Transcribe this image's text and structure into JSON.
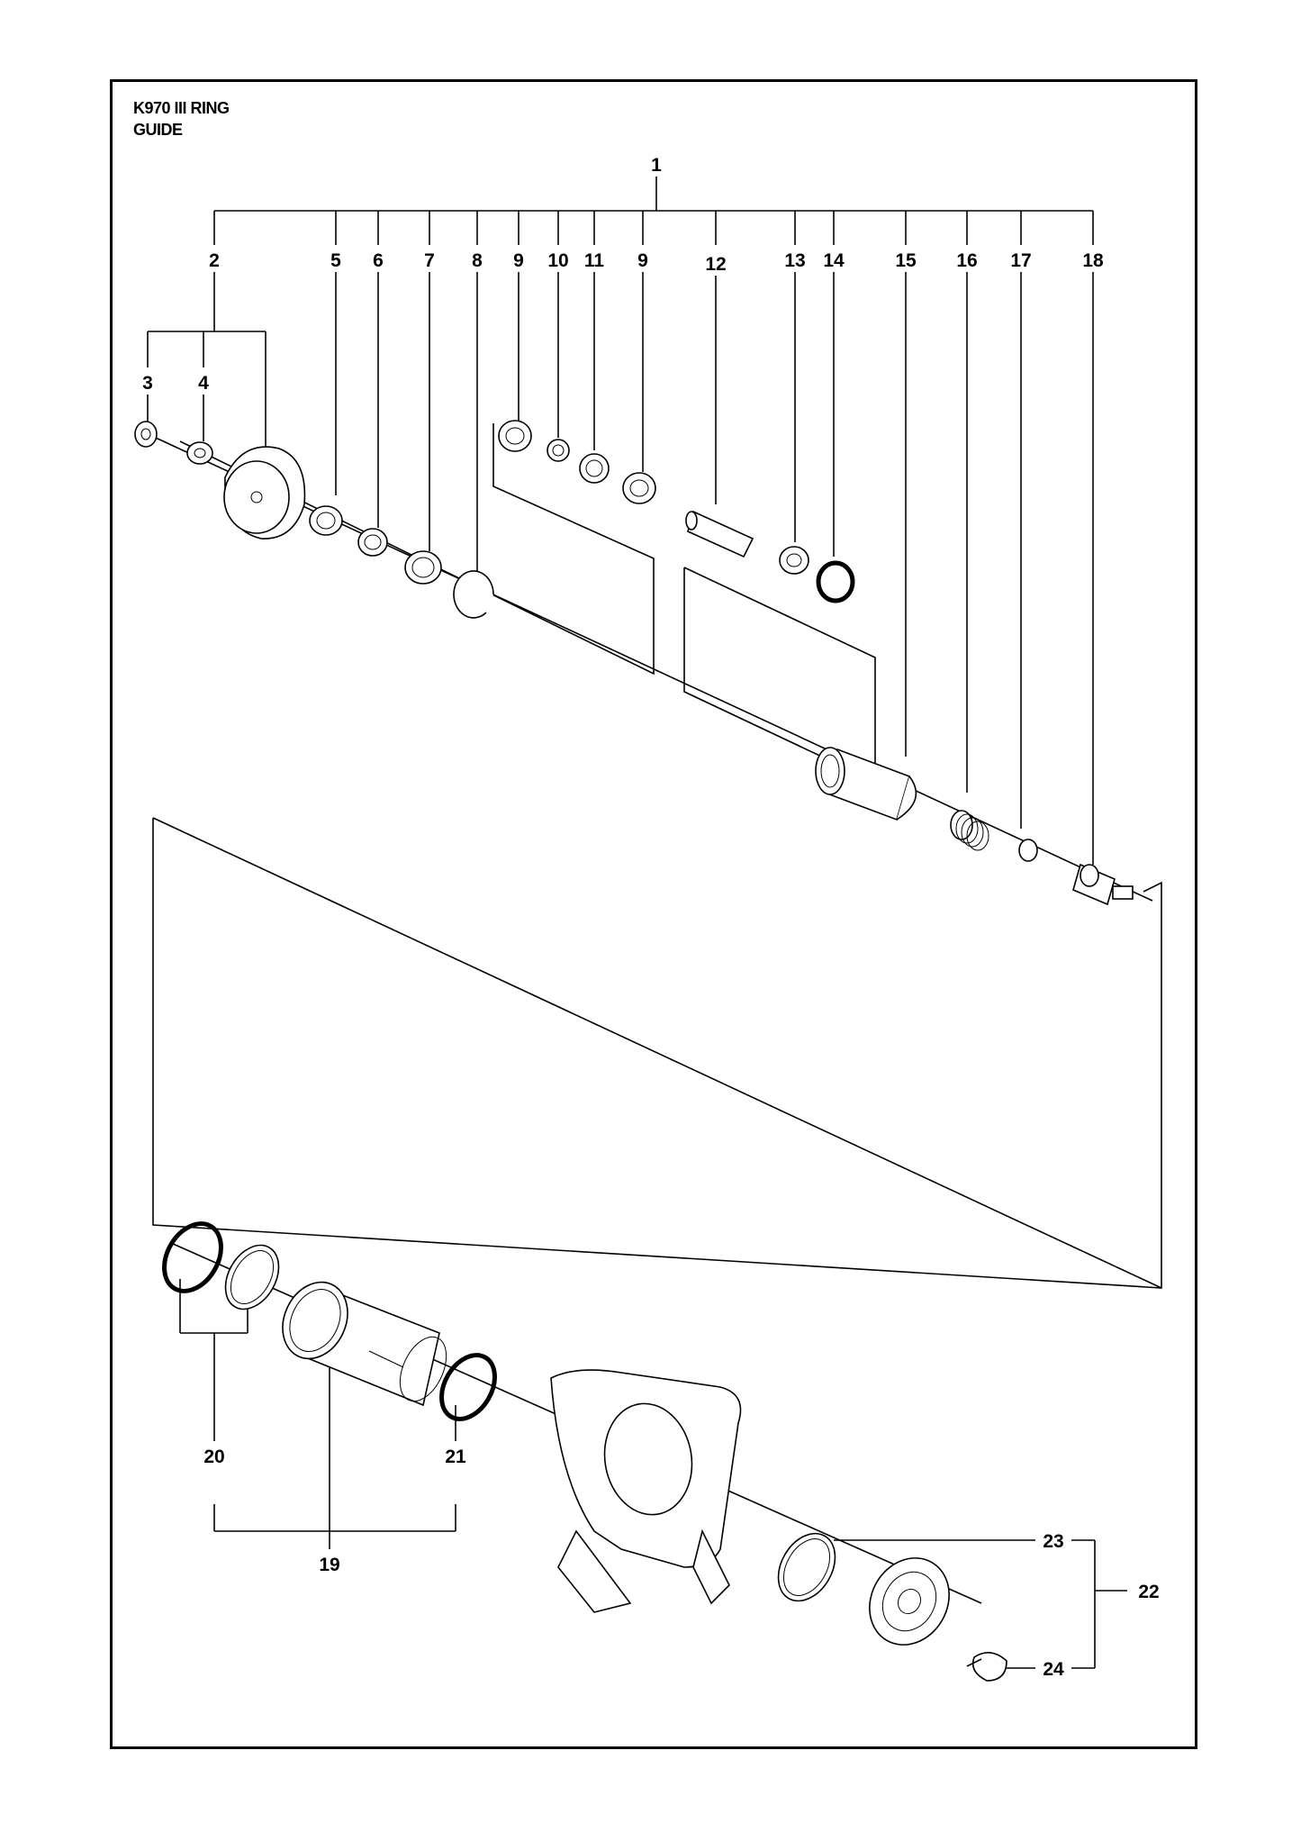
{
  "title": {
    "line1": "K970 III RING",
    "line2": "GUIDE"
  },
  "callouts": {
    "c1": "1",
    "c2": "2",
    "c3": "3",
    "c4": "4",
    "c5": "5",
    "c6": "6",
    "c7": "7",
    "c8": "8",
    "c9a": "9",
    "c10": "10",
    "c11": "11",
    "c9b": "9",
    "c12": "12",
    "c13": "13",
    "c14": "14",
    "c15": "15",
    "c16": "16",
    "c17": "17",
    "c18": "18",
    "c19": "19",
    "c20": "20",
    "c21": "21",
    "c22": "22",
    "c23": "23",
    "c24": "24"
  }
}
